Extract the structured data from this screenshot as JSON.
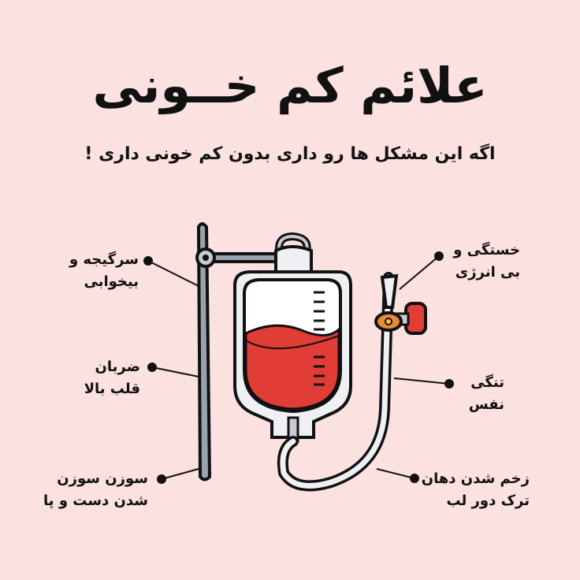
{
  "title": "علائم کم خــونی",
  "subtitle": "اگه این مشکل ها رو داری بدون کم خونی داری !",
  "colors": {
    "background": "#fbe1e0",
    "blood": "#e23c36",
    "clamp": "#e8893a",
    "outline": "#111111"
  },
  "illustration": "blood-bag-iv-icon",
  "symptoms_left": [
    {
      "line1": "سرگیجه و",
      "line2": "بیخوابی"
    },
    {
      "line1": "ضربان",
      "line2": "قلب بالا"
    },
    {
      "line1": "سوزن سوزن",
      "line2": "شدن دست و پا"
    }
  ],
  "symptoms_right": [
    {
      "line1": "خستگی و",
      "line2": "بی انرژی"
    },
    {
      "line1": "تنگی",
      "line2": "نفس"
    },
    {
      "line1": "زخم شدن دهان",
      "line2": "ترک دور لب"
    }
  ]
}
